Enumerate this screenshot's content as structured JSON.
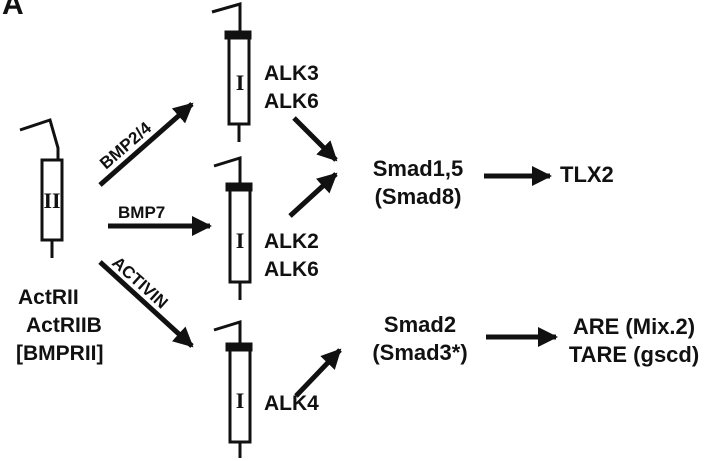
{
  "panel_label": "A",
  "type_ii_receptor": {
    "roman": "II",
    "names": [
      "ActRII",
      "ActRIIB",
      "[BMPRII]"
    ]
  },
  "ligands": {
    "bmp2_4": "BMP2/4",
    "bmp7": "BMP7",
    "activin": "ACTIVIN"
  },
  "type_i_receptors": [
    {
      "roman": "I",
      "names": [
        "ALK3",
        "ALK6"
      ]
    },
    {
      "roman": "I",
      "names": [
        "ALK2",
        "ALK6"
      ]
    },
    {
      "roman": "I",
      "names": [
        "ALK4"
      ]
    }
  ],
  "smads": [
    {
      "line1": "Smad1,5",
      "line2": "(Smad8)"
    },
    {
      "line1": "Smad2",
      "line2": "(Smad3*)"
    }
  ],
  "targets": [
    {
      "lines": [
        "TLX2"
      ]
    },
    {
      "lines": [
        "ARE (Mix.2)",
        "TARE (gscd)"
      ]
    }
  ],
  "colors": {
    "ink": "#111111",
    "background": "#ffffff"
  }
}
